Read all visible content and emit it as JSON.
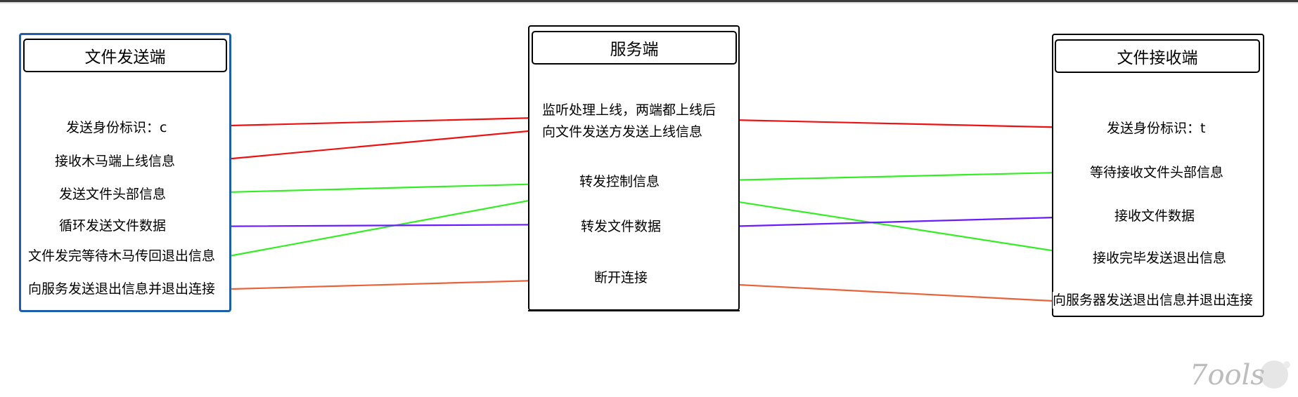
{
  "colors": {
    "left_border": "#1f5fa8",
    "red": "#ee1111",
    "green": "#33ee22",
    "purple": "#6a1bff",
    "orange": "#e8623a"
  },
  "panels": {
    "sender": {
      "title": "文件发送端",
      "items": [
        "发送身份标识：c",
        "接收木马端上线信息",
        "发送文件头部信息",
        "循环发送文件数据",
        "文件发完等待木马传回退出信息",
        "向服务发送退出信息并退出连接"
      ]
    },
    "server": {
      "title": "服务端",
      "items": [
        "监听处理上线，两端都上线后",
        "向文件发送方发送上线信息",
        "转发控制信息",
        "转发文件数据",
        "断开连接"
      ]
    },
    "receiver": {
      "title": "文件接收端",
      "items": [
        "发送身份标识：t",
        "等待接收文件头部信息",
        "接收文件数据",
        "接收完毕发送退出信息",
        "向服务器发送退出信息并退出连接"
      ]
    }
  },
  "links": [
    {
      "from": "sender.0",
      "to": "server.0",
      "color": "red"
    },
    {
      "from": "sender.1",
      "to": "server.1",
      "color": "red"
    },
    {
      "from": "server.0",
      "to": "receiver.0",
      "color": "red"
    },
    {
      "from": "sender.2",
      "to": "server.2",
      "color": "green"
    },
    {
      "from": "server.2",
      "to": "receiver.1",
      "color": "green"
    },
    {
      "from": "sender.4",
      "to": "server.2",
      "color": "green"
    },
    {
      "from": "server.2",
      "to": "receiver.3",
      "color": "green"
    },
    {
      "from": "sender.3",
      "to": "server.3",
      "color": "purple"
    },
    {
      "from": "server.3",
      "to": "receiver.2",
      "color": "purple"
    },
    {
      "from": "sender.5",
      "to": "server.4",
      "color": "orange"
    },
    {
      "from": "server.4",
      "to": "receiver.4",
      "color": "orange"
    }
  ],
  "watermark": "7ools"
}
